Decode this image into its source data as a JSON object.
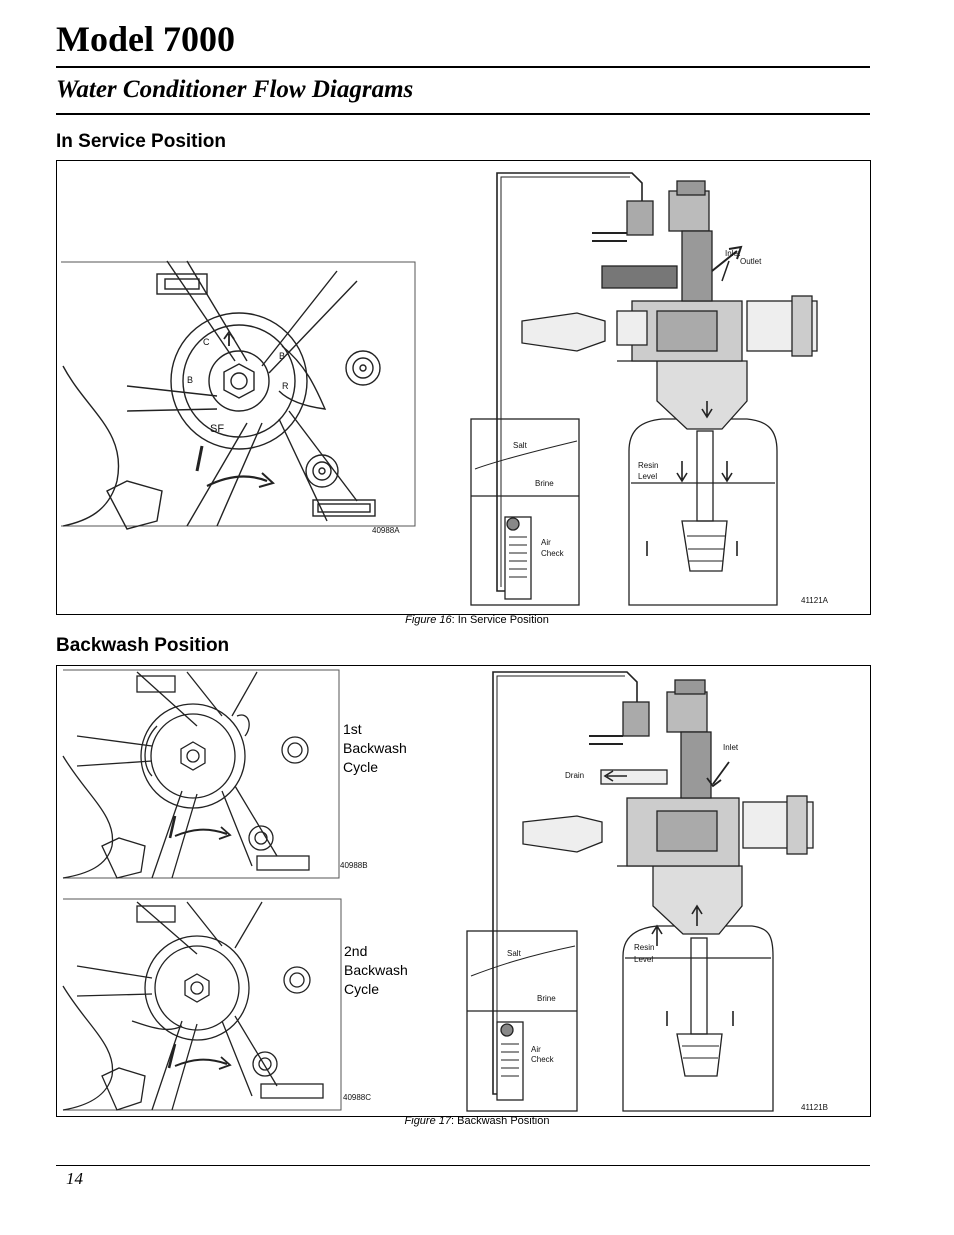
{
  "header": {
    "title": "Model 7000",
    "subtitle": "Water Conditioner Flow Diagrams"
  },
  "sections": [
    {
      "heading": "In Service Position",
      "caption_fig": "Figure 16",
      "caption_text": ": In Service Position",
      "left_code": "40988A",
      "right_code": "41121A",
      "labels": {
        "inlet": "Inlet",
        "outlet": "Outlet",
        "salt": "Salt",
        "brine": "Brine",
        "resin": "Resin",
        "level": "Level",
        "air": "Air",
        "check": "Check"
      },
      "dial_letters": [
        "C",
        "B",
        "R",
        "B",
        "SF"
      ]
    },
    {
      "heading": "Backwash Position",
      "caption_fig": "Figure 17",
      "caption_text": ": Backwash Position",
      "cycle1": "1st\nBackwash\nCycle",
      "cycle2": "2nd\nBackwash\nCycle",
      "code1": "40988B",
      "code2": "40988C",
      "right_code": "41121B",
      "labels": {
        "inlet": "Inlet",
        "drain": "Drain",
        "salt": "Salt",
        "brine": "Brine",
        "resin": "Resin",
        "level": "Level",
        "air": "Air",
        "check": "Check"
      }
    }
  ],
  "footer": {
    "page_number": "14"
  }
}
